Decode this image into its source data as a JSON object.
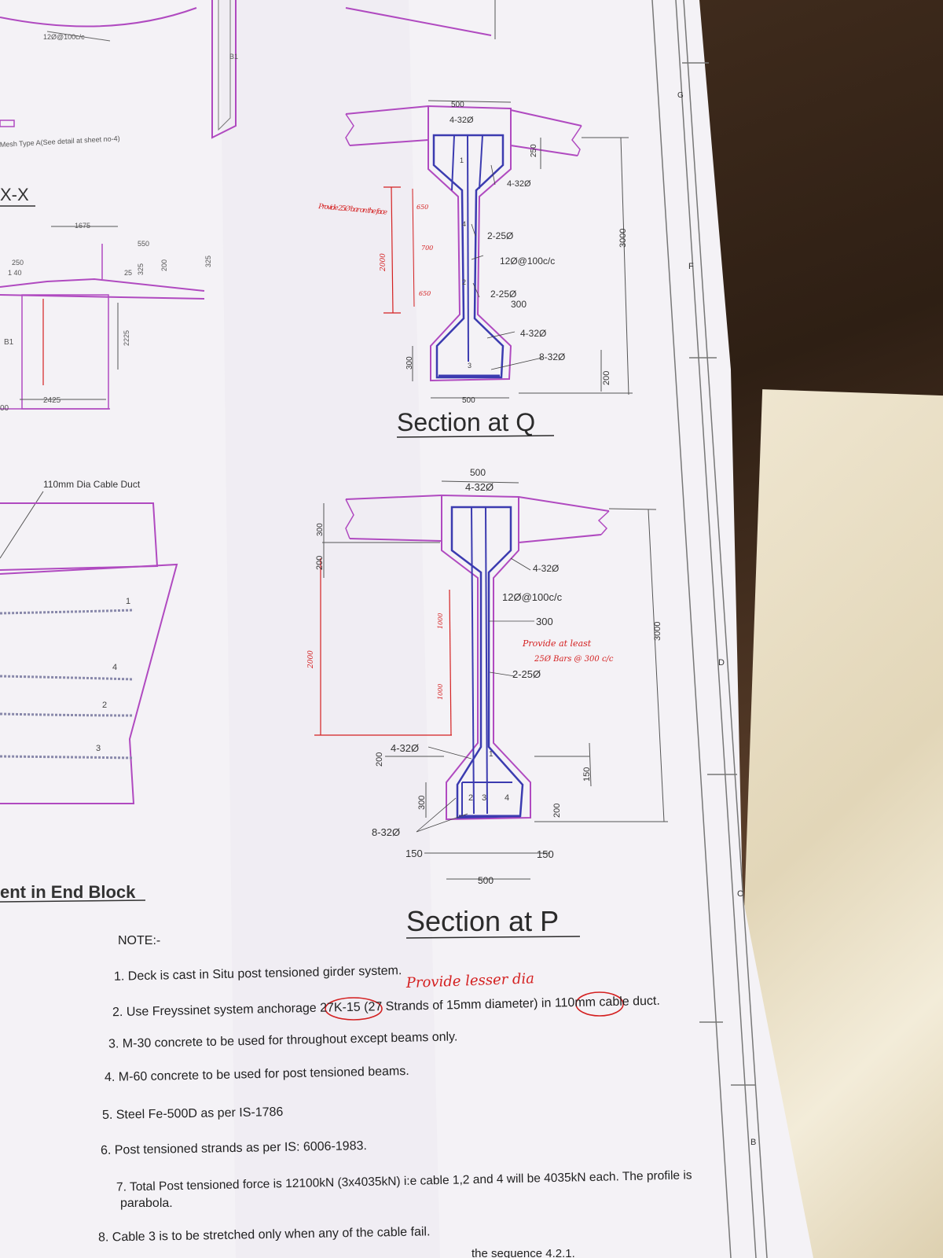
{
  "top_left": {
    "mesh_label": "Mesh Type A(See detail at sheet no-4)",
    "top_bar_label": "12Ø@100c/c",
    "b1_top": "B1",
    "section_xx": "X-X",
    "dims": {
      "d1675": "1675",
      "d550": "550",
      "d250": "250",
      "d140": "1 40",
      "d25": "25",
      "d325a": "325",
      "d200": "200",
      "d325b": "325",
      "d2225": "2225",
      "d2425": "2425",
      "b1": "B1",
      "d00": "00"
    },
    "duct_label": "110mm Dia Cable Duct",
    "cables": [
      "1",
      "4",
      "2",
      "3"
    ],
    "end_block_title": "ent in End Block"
  },
  "section_q": {
    "title": "Section at Q",
    "labels": {
      "w_top": "500",
      "bars_top": "4-32Ø",
      "flange": "250",
      "bars_right": "4-32Ø",
      "bars_web1": "2-25Ø",
      "stirrups": "12Ø@100c/c",
      "bars_web2": "2-25Ø",
      "web": "300",
      "bars_bot1": "4-32Ø",
      "bars_bot2": "8-32Ø",
      "h200": "200",
      "h3000": "3000",
      "h300": "300",
      "w_bot": "500"
    },
    "cables": [
      "1",
      "4",
      "2",
      "3"
    ],
    "handwritten": {
      "note": "Provide 25Ø bar on the face",
      "d2000": "2000",
      "d650a": "650",
      "d700": "700",
      "d650b": "650"
    }
  },
  "section_p": {
    "title": "Section at P",
    "labels": {
      "w_top": "500",
      "bars_top": "4-32Ø",
      "d300": "300",
      "d200": "200",
      "bars_right": "4-32Ø",
      "stirrups": "12Ø@100c/c",
      "web": "300",
      "bars_web": "2-25Ø",
      "d1000a": "1000",
      "d1000b": "1000",
      "bars_left": "4-32Ø",
      "d200b": "200",
      "d300b": "300",
      "bars_bot": "8-32Ø",
      "d150a": "150",
      "d150b": "150",
      "w_bot": "500",
      "d200c": "200",
      "d150c": "150",
      "h3000": "3000"
    },
    "cables": [
      "1",
      "2",
      "3",
      "4"
    ],
    "handwritten": {
      "note1": "Provide at least",
      "note2": "25Ø Bars @ 300 c/c",
      "d2000": "2000"
    }
  },
  "grid_letters": [
    "G",
    "F",
    "D",
    "C",
    "B"
  ],
  "notes": {
    "heading": "NOTE:-",
    "items": [
      "1. Deck is cast in Situ post tensioned girder system.",
      "2. Use Freyssinet system anchorage 27K-15 (27 Strands of 15mm diameter) in 110mm cable duct.",
      "3. M-30 concrete to be used for throughout except beams only.",
      "4. M-60 concrete to be used for post tensioned beams.",
      "5. Steel Fe-500D as per IS-1786",
      "6. Post tensioned strands as per IS: 6006-1983.",
      "7. Total Post tensioned force is 12100kN (3x4035kN) i:e cable 1,2 and 4 will be 4035kN each. The profile is",
      "parabola.",
      "8. Cable 3 is to be stretched only when any of the cable fail.",
      "the sequence 4.2.1."
    ],
    "handwritten": "Provide lesser dia"
  },
  "colors": {
    "paper": "#f4f2f6",
    "outline": "#b04ac0",
    "rebar": "#3b3bb0",
    "handwriting": "#d42020",
    "ink": "#2a2a2a"
  }
}
